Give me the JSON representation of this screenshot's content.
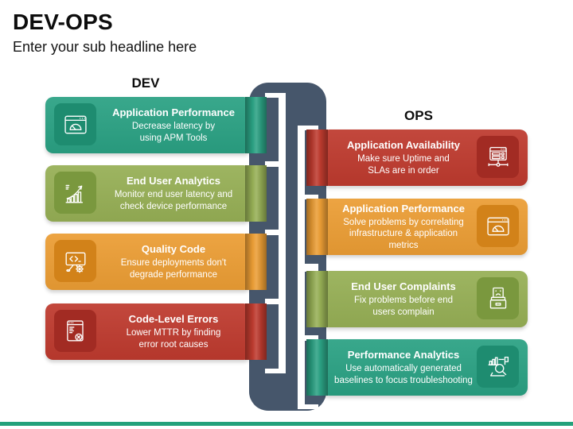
{
  "header": {
    "title": "DEV-OPS",
    "subtitle": "Enter your sub headline here"
  },
  "dev": {
    "label": "DEV",
    "items": [
      {
        "title": "Application Performance",
        "desc": "Decrease latency by\nusing APM Tools",
        "icon": "gauge-browser-icon",
        "theme": "teal",
        "color": "#2AA183",
        "icon_bg": "#1E8C70"
      },
      {
        "title": "End User Analytics",
        "desc": "Monitor end user latency and\ncheck device performance",
        "icon": "growth-chart-icon",
        "theme": "green",
        "color": "#96AF55",
        "icon_bg": "#7A983E"
      },
      {
        "title": "Quality Code",
        "desc": "Ensure deployments don't\ndegrade performance",
        "icon": "code-monitor-icon",
        "theme": "orange",
        "color": "#EB9D34",
        "icon_bg": "#D28219"
      },
      {
        "title": "Code-Level Errors",
        "desc": "Lower MTTR by finding\nerror root causes",
        "icon": "error-document-icon",
        "theme": "red",
        "color": "#BE3A2E",
        "icon_bg": "#A22B23"
      }
    ]
  },
  "ops": {
    "label": "OPS",
    "items": [
      {
        "title": "Application Availability",
        "desc": "Make sure Uptime and\nSLAs are in order",
        "icon": "server-network-icon",
        "theme": "red",
        "color": "#BE3A2E",
        "icon_bg": "#A22B23"
      },
      {
        "title": "Application Performance",
        "desc": "Solve problems by correlating\ninfrastructure & application metrics",
        "icon": "gauge-browser-icon",
        "theme": "orange",
        "color": "#EB9D34",
        "icon_bg": "#D28219"
      },
      {
        "title": "End User Complaints",
        "desc": "Fix problems before end\nusers complain",
        "icon": "complaint-box-icon",
        "theme": "green",
        "color": "#96AF55",
        "icon_bg": "#7A983E"
      },
      {
        "title": "Performance Analytics",
        "desc": "Use automatically generated\nbaselines to focus troubleshooting",
        "icon": "analytics-search-icon",
        "theme": "teal",
        "color": "#2AA183",
        "icon_bg": "#1E8C70"
      }
    ]
  },
  "palette": {
    "spine": "#46566B",
    "footer_line": "#24A17B",
    "banner_text": "#FFFFFF",
    "heading_text": "#0D0D0D"
  }
}
